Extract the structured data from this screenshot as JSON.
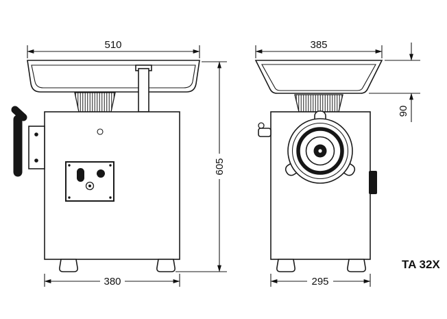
{
  "drawing": {
    "model": "TA 32X",
    "dimensions": {
      "side_top_width": "510",
      "side_base_width": "380",
      "side_height": "605",
      "front_top_width": "385",
      "front_base_width": "295",
      "front_tray_height": "90"
    }
  }
}
